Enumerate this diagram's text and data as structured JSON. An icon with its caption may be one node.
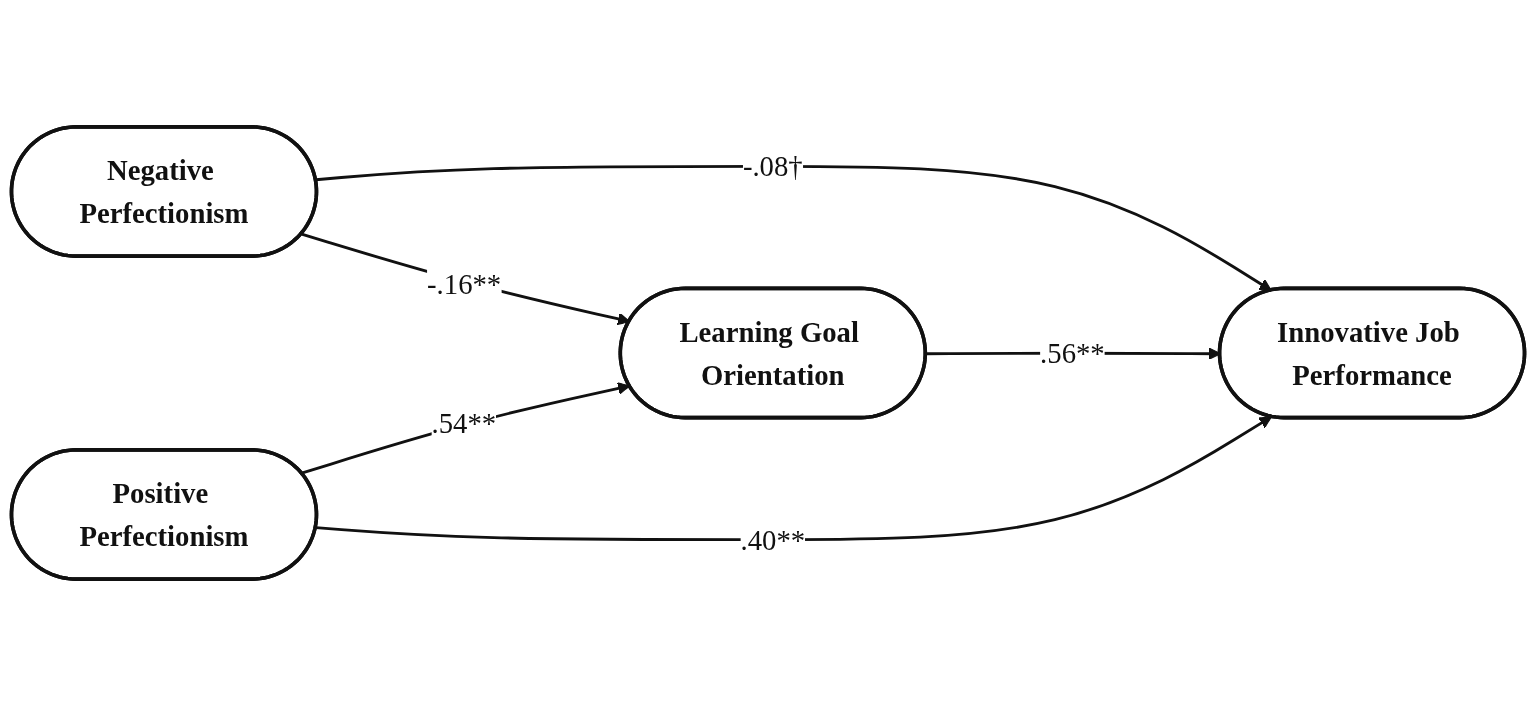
{
  "diagram": {
    "nodes": [
      {
        "text": [
          "Negative Perfectionism"
        ]
      },
      {
        "text": [
          "Positive Perfectionism"
        ]
      },
      {
        "text": [
          "Learning Goal Orientation"
        ]
      },
      {
        "text": [
          "Innovative Job Performance"
        ]
      }
    ],
    "edges": [
      {
        "from": 0,
        "to": 3,
        "arrow": "to",
        "label": "-.08†"
      },
      {
        "from": 0,
        "to": 2,
        "arrow": "to",
        "label": "-.16**"
      },
      {
        "from": 1,
        "to": 2,
        "arrow": "to",
        "label": ".54**"
      },
      {
        "from": 2,
        "to": 3,
        "arrow": "to",
        "label": ".56**"
      },
      {
        "from": 1,
        "to": 3,
        "arrow": "to",
        "label": ".40**"
      }
    ]
  }
}
